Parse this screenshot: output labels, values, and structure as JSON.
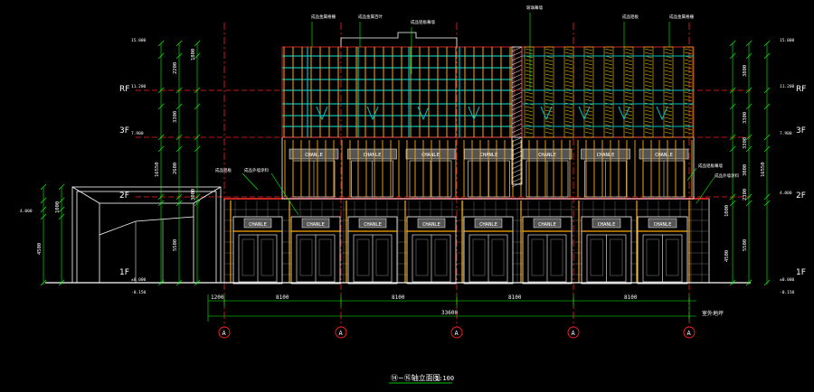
{
  "drawing": {
    "title_text": "⑭~⑯轴立面图",
    "scale": "1:100",
    "floor_labels_left": [
      "RF",
      "3F",
      "2F",
      "1F"
    ],
    "floor_labels_right": [
      "RF",
      "3F",
      "2F",
      "1F"
    ],
    "elevations_left": [
      "15.000",
      "11.200",
      "7.900",
      "4.000",
      "±0.000",
      "-0.150"
    ],
    "elevations_right": [
      "15.000",
      "11.200",
      "7.900",
      "4.000",
      "±0.000",
      "-0.150"
    ],
    "left_dims": [
      "2200",
      "1800",
      "3300",
      "16550",
      "2600",
      "3000",
      "5500",
      "4500",
      "1000"
    ],
    "right_dims": [
      "3800",
      "3300",
      "3300",
      "16550",
      "3000",
      "2300",
      "5500",
      "4500",
      "1000"
    ],
    "bottom_dims": [
      "1200",
      "8100",
      "8100",
      "8100",
      "8100"
    ],
    "total_dim": "33600",
    "axis_labels": [
      "A",
      "A",
      "A",
      "A",
      "A"
    ],
    "shop_sign": "CHANLE",
    "notes_top": [
      "成品金属格栅",
      "成品金属百叶",
      "成品铝板幕墙",
      "玻璃幕墙",
      "成品铝板",
      "成品金属格栅"
    ],
    "notes_right": [
      "成品铝板幕墙",
      "成品外墙涂料"
    ],
    "notes_left": [
      "成品铝板",
      "成品外墙涂料"
    ],
    "bottom_right_note": "室外地坪"
  }
}
